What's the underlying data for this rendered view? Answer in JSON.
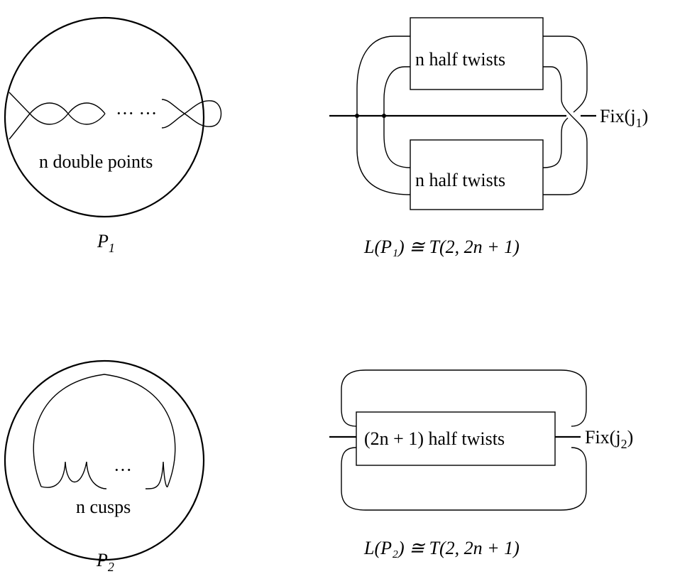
{
  "diagrams": {
    "p1": {
      "double_points_label": "n double points",
      "dots": "··· ···",
      "name": "P",
      "name_sub": "1"
    },
    "l1": {
      "box_top": "n half twists",
      "box_bottom": "n half twists",
      "fix_label": "Fix(j",
      "fix_sub": "1",
      "fix_close": ")",
      "caption": "L(P₁) ≅ T(2, 2n + 1)"
    },
    "p2": {
      "cusps_label": "n cusps",
      "dots": "···",
      "name": "P",
      "name_sub": "2"
    },
    "l2": {
      "box_label": "(2n + 1) half twists",
      "fix_label": "Fix(j",
      "fix_sub": "2",
      "fix_close": ")",
      "caption": "L(P₂) ≅ T(2, 2n + 1)"
    }
  }
}
